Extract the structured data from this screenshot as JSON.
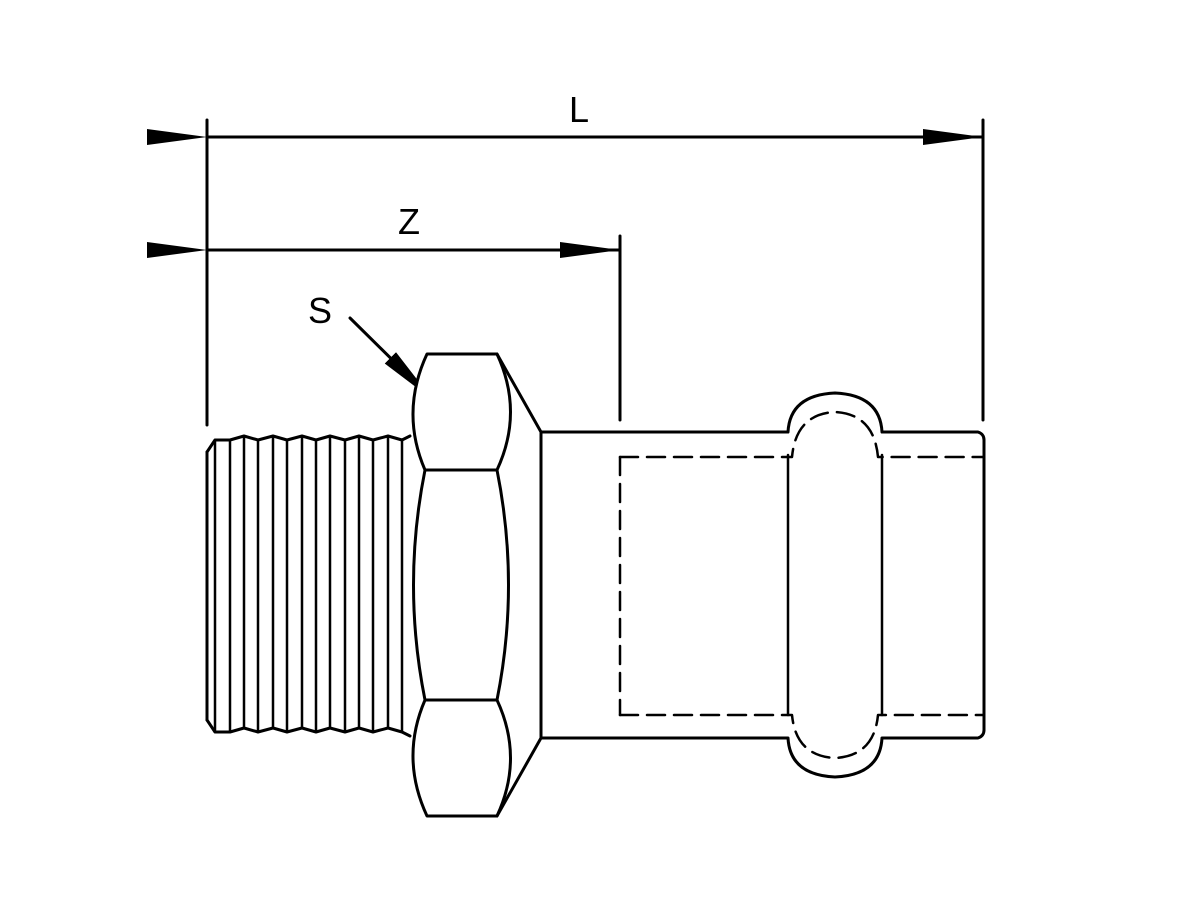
{
  "labels": {
    "length": "L",
    "engagement": "Z",
    "wrench_size": "S"
  },
  "colors": {
    "stroke": "#000000",
    "background": "#ffffff"
  }
}
